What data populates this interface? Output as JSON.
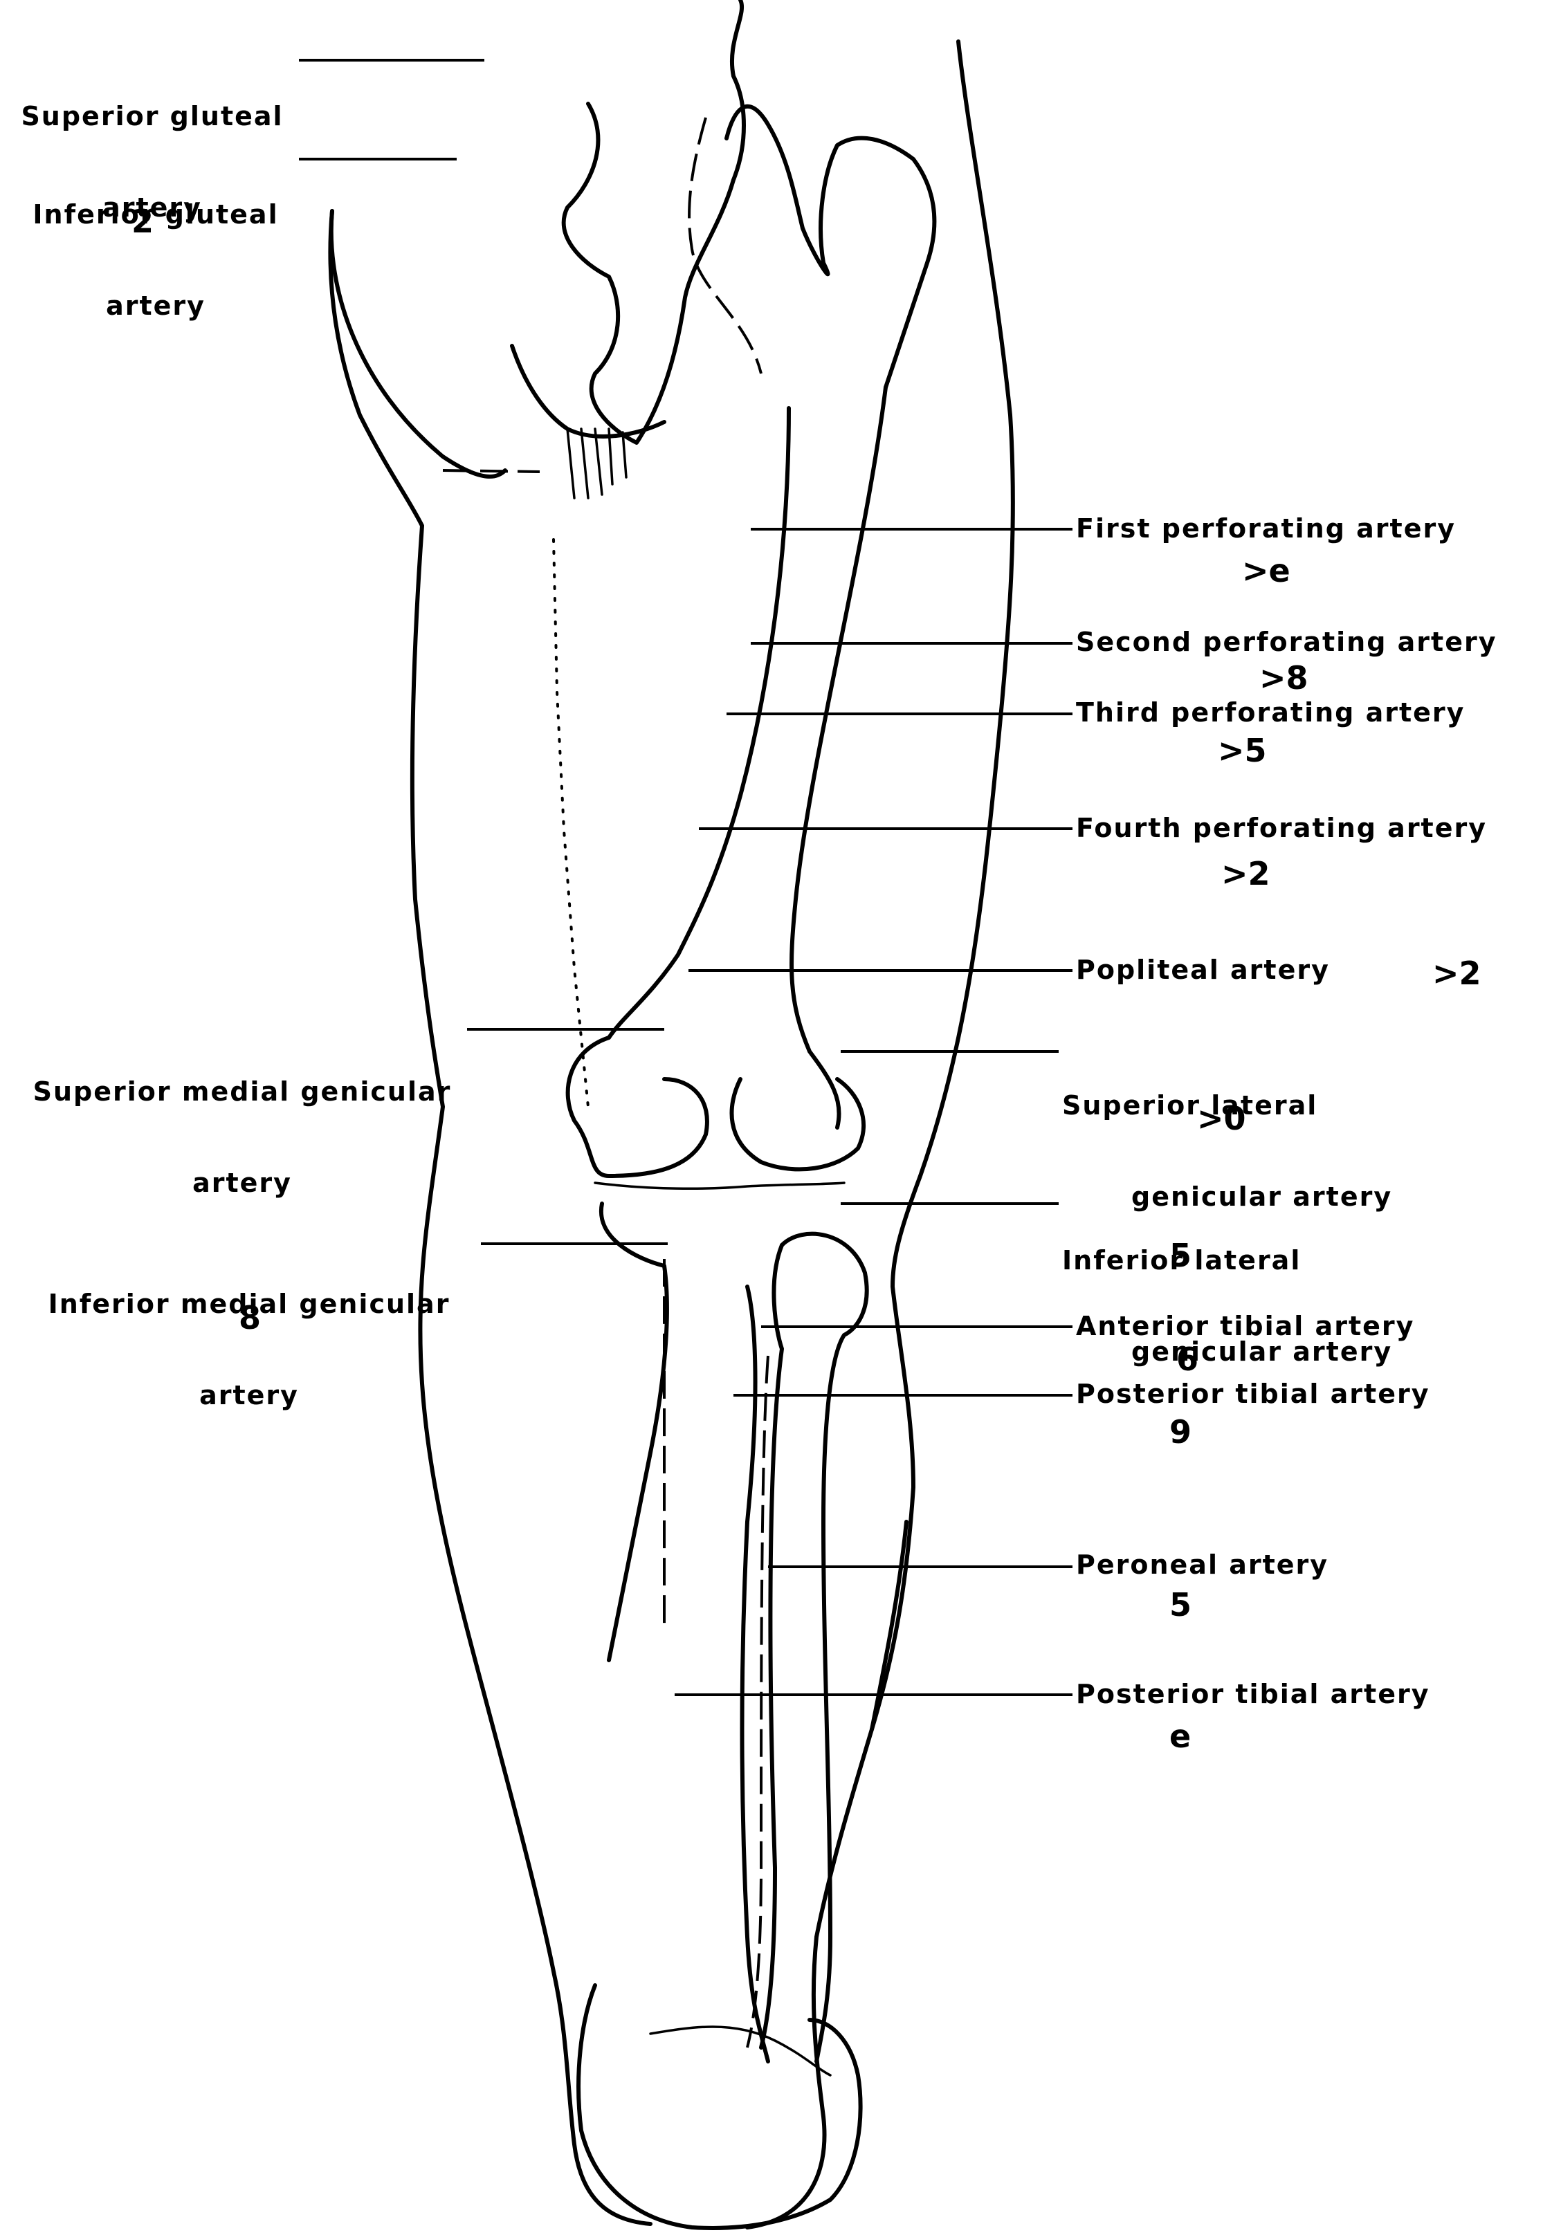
{
  "labels": {
    "superior_gluteal": {
      "line1": "Superior gluteal",
      "line2": "artery",
      "number": ""
    },
    "inferior_gluteal": {
      "line1": "Inferior gluteal",
      "line2": "artery",
      "number": "2"
    },
    "first_perforating": {
      "line1": "First perforating artery",
      "number": ">e"
    },
    "second_perforating": {
      "line1": "Second perforating artery",
      "number": ">8"
    },
    "third_perforating": {
      "line1": "Third perforating artery",
      "number": ">5"
    },
    "fourth_perforating": {
      "line1": "Fourth perforating artery",
      "number": ">2"
    },
    "popliteal": {
      "line1": "Popliteal artery",
      "number": ">2"
    },
    "superior_medial_genicular": {
      "line1": "Superior medial genicular",
      "line2": "artery"
    },
    "superior_lateral_genicular": {
      "line1": "Superior lateral",
      "line2": "genicular artery",
      "number": ">0"
    },
    "inferior_lateral_genicular": {
      "line1": "Inferior lateral",
      "line2": "genicular artery",
      "number": "5"
    },
    "inferior_medial_genicular": {
      "line1": "Inferior medial genicular",
      "line2": "artery",
      "number": "8"
    },
    "anterior_tibial": {
      "line1": "Anterior tibial artery",
      "number": "6"
    },
    "posterior_tibial_upper": {
      "line1": "Posterior tibial artery",
      "number": "9"
    },
    "peroneal": {
      "line1": "Peroneal artery",
      "number": "5"
    },
    "posterior_tibial_lower": {
      "line1": "Posterior tibial artery",
      "number": "e"
    }
  }
}
